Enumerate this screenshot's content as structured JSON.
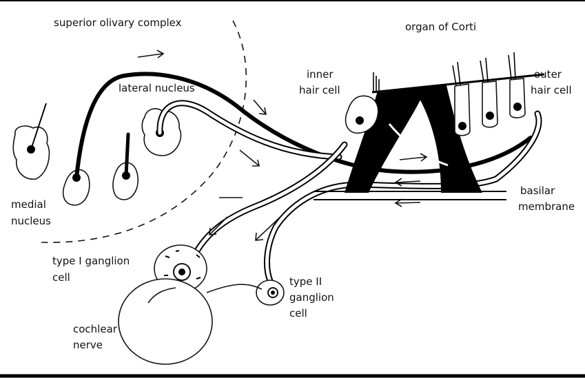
{
  "labels": {
    "soc": "superior olivary complex",
    "organ": "organ of Corti",
    "lateral": "lateral nucleus",
    "inner_1": "inner",
    "inner_2": "hair cell",
    "outer_1": "outer",
    "outer_2": "hair cell",
    "medial_1": "medial",
    "medial_2": "nucleus",
    "basilar_1": "basilar",
    "basilar_2": "membrane",
    "type1_1": "type I ganglion",
    "type1_2": "cell",
    "type2_1": "type II",
    "type2_2": "ganglion",
    "type2_3": "cell",
    "cochlear_1": "cochlear",
    "cochlear_2": "nerve"
  }
}
